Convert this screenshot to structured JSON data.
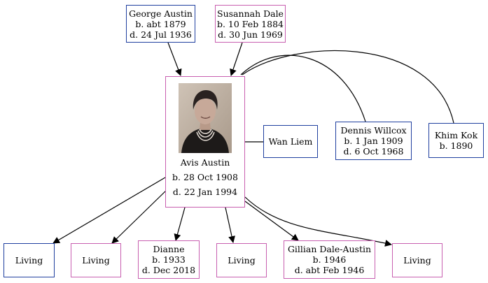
{
  "colors": {
    "male": "#1f3f9f",
    "female": "#c85fb0",
    "edge": "#000000"
  },
  "parents": {
    "father": {
      "name": "George Austin",
      "born": "b. abt 1879",
      "died": "d. 24 Jul 1936"
    },
    "mother": {
      "name": "Susannah Dale",
      "born": "b. 10 Feb 1884",
      "died": "d. 30 Jun 1969"
    }
  },
  "focus": {
    "name": "Avis Austin",
    "born": "b. 28 Oct 1908",
    "died": "d. 22 Jan 1994",
    "photo": "portrait-photo"
  },
  "spouses": [
    {
      "name": "Wan Liem"
    },
    {
      "name": "Dennis Willcox",
      "born": "b. 1 Jan 1909",
      "died": "d. 6 Oct 1968"
    },
    {
      "name": "Khim Kok",
      "born": "b. 1890"
    }
  ],
  "children": [
    {
      "name": "Living"
    },
    {
      "name": "Living"
    },
    {
      "name": "Dianne",
      "born": "b. 1933",
      "died": "d. Dec 2018"
    },
    {
      "name": "Living"
    },
    {
      "name": "Gillian Dale-Austin",
      "born": "b. 1946",
      "died": "d. abt Feb 1946"
    },
    {
      "name": "Living"
    }
  ]
}
